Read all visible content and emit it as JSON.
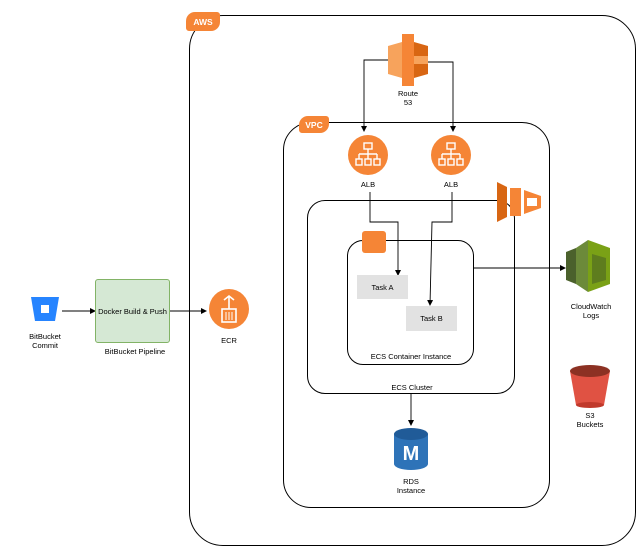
{
  "groups": {
    "aws": "AWS",
    "vpc": "VPC",
    "ecs_cluster": "ECS Cluster",
    "ecs_container_instance": "ECS Container Instance"
  },
  "nodes": {
    "bitbucket": "BitBucket\nCommit",
    "docker_build": "Docker Build & Push",
    "pipeline_label": "BitBucket Pipeline",
    "ecr": "ECR",
    "route53": "Route\n53",
    "alb_a": "ALB",
    "alb_b": "ALB",
    "task_a": "Task A",
    "task_b": "Task B",
    "cloudwatch": "CloudWatch\nLogs",
    "s3": "S3\nBuckets",
    "rds": "RDS\nInstance"
  },
  "colors": {
    "aws_orange": "#f58536",
    "bitbucket_blue": "#2684ff",
    "pipeline_fill": "#d5e8d4",
    "pipeline_border": "#82b366",
    "cloudwatch_green": "#6c8a3a",
    "s3_red": "#e05243",
    "rds_blue": "#2e73b8",
    "task_grey": "#e2e2e2"
  },
  "icons": [
    "bitbucket-icon",
    "ecr-icon",
    "route53-icon",
    "alb-icon",
    "ecs-icon",
    "container-icon",
    "cloudwatch-icon",
    "s3-icon",
    "rds-icon"
  ]
}
